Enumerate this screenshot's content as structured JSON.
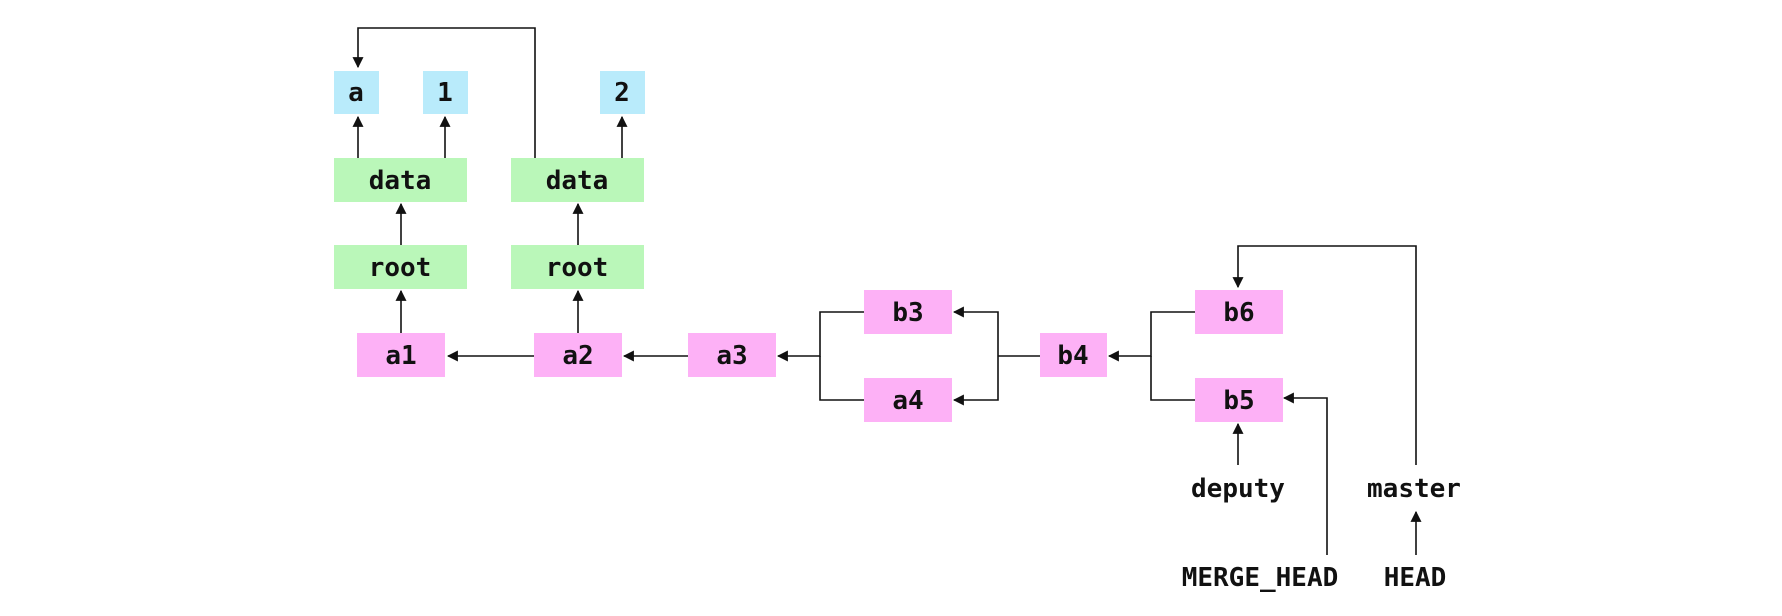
{
  "colors": {
    "blob": "#b9ebfb",
    "tree": "#baf7b9",
    "commit": "#fdb1f6",
    "line": "#111111",
    "background": "#ffffff"
  },
  "nodes": {
    "blob_a": {
      "label": "a",
      "kind": "blob"
    },
    "blob_1": {
      "label": "1",
      "kind": "blob"
    },
    "blob_2": {
      "label": "2",
      "kind": "blob"
    },
    "data_1": {
      "label": "data",
      "kind": "tree"
    },
    "data_2": {
      "label": "data",
      "kind": "tree"
    },
    "root_1": {
      "label": "root",
      "kind": "tree"
    },
    "root_2": {
      "label": "root",
      "kind": "tree"
    },
    "a1": {
      "label": "a1",
      "kind": "commit"
    },
    "a2": {
      "label": "a2",
      "kind": "commit"
    },
    "a3": {
      "label": "a3",
      "kind": "commit"
    },
    "a4": {
      "label": "a4",
      "kind": "commit"
    },
    "b3": {
      "label": "b3",
      "kind": "commit"
    },
    "b4": {
      "label": "b4",
      "kind": "commit"
    },
    "b5": {
      "label": "b5",
      "kind": "commit"
    },
    "b6": {
      "label": "b6",
      "kind": "commit"
    },
    "deputy": {
      "label": "deputy",
      "kind": "ref"
    },
    "master": {
      "label": "master",
      "kind": "ref"
    },
    "merge_head": {
      "label": "MERGE_HEAD",
      "kind": "ref"
    },
    "head": {
      "label": "HEAD",
      "kind": "ref"
    }
  },
  "edges": [
    {
      "from": "data_1",
      "to": "blob_a"
    },
    {
      "from": "data_1",
      "to": "blob_1"
    },
    {
      "from": "root_1",
      "to": "data_1"
    },
    {
      "from": "a1",
      "to": "root_1"
    },
    {
      "from": "data_2",
      "to": "blob_a"
    },
    {
      "from": "data_2",
      "to": "blob_2"
    },
    {
      "from": "root_2",
      "to": "data_2"
    },
    {
      "from": "a2",
      "to": "root_2"
    },
    {
      "from": "a2",
      "to": "a1"
    },
    {
      "from": "a3",
      "to": "a2"
    },
    {
      "from": "b3",
      "to": "a3"
    },
    {
      "from": "a4",
      "to": "a3"
    },
    {
      "from": "b4",
      "to": "b3"
    },
    {
      "from": "b4",
      "to": "a4"
    },
    {
      "from": "b6",
      "to": "b4"
    },
    {
      "from": "b5",
      "to": "b4"
    },
    {
      "from": "deputy",
      "to": "b5"
    },
    {
      "from": "merge_head",
      "to": "b5"
    },
    {
      "from": "master",
      "to": "b6"
    },
    {
      "from": "head",
      "to": "master"
    }
  ]
}
